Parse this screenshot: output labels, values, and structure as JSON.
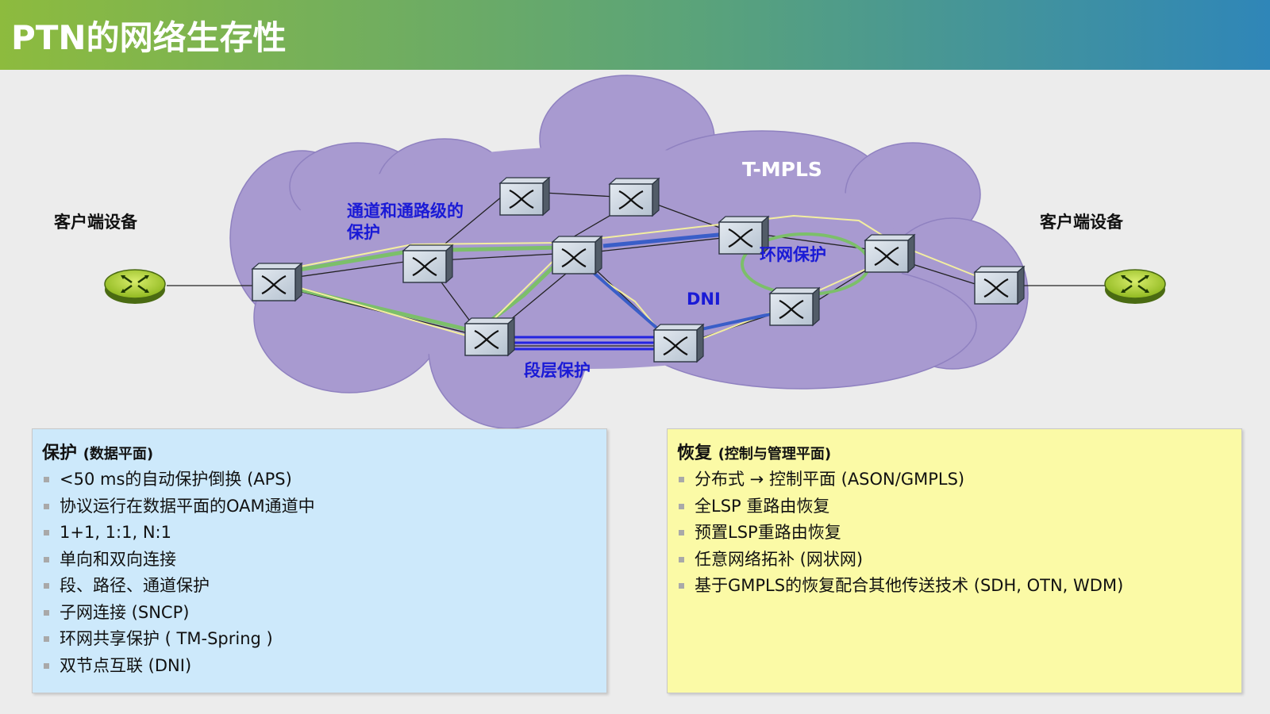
{
  "slide": {
    "title": "PTN的网络生存性"
  },
  "diagram": {
    "cloud_label": "T-MPLS",
    "client_left": "客户端设备",
    "client_right": "客户端设备",
    "label_path_protection_line1": "通道和通路级的",
    "label_path_protection_line2": "保护",
    "label_ring_protection": "环网保护",
    "label_dni": "DNI",
    "label_section_protection": "段层保护"
  },
  "protection_panel": {
    "heading": "保护",
    "subheading": "(数据平面)",
    "items": [
      "<50 ms的自动保护倒换 (APS)",
      "协议运行在数据平面的OAM通道中",
      "1+1, 1:1, N:1",
      "单向和双向连接",
      "段、路径、通道保护",
      "子网连接 (SNCP)",
      "环网共享保护 ( TM-Spring )",
      "双节点互联 (DNI)"
    ]
  },
  "restoration_panel": {
    "heading": "恢复",
    "subheading": "(控制与管理平面)",
    "items": [
      "分布式 → 控制平面 (ASON/GMPLS)",
      "全LSP 重路由恢复",
      "预置LSP重路由恢复",
      "任意网络拓补 (网状网)",
      "基于GMPLS的恢复配合其他传送技术 (SDH, OTN, WDM)"
    ]
  },
  "colors": {
    "cloud": "#a89ad0",
    "cloud_edge": "#8f81c0",
    "label_blue": "#1a1ad6",
    "protection_panel_bg": "#cde9fb",
    "restoration_panel_bg": "#fbfaa6",
    "green_path": "#7cbf6a",
    "blue_path": "#3a5ec8",
    "yellow_path": "#f3eea0"
  },
  "icons": [
    "cross-connect-switch-icon",
    "client-router-icon"
  ]
}
